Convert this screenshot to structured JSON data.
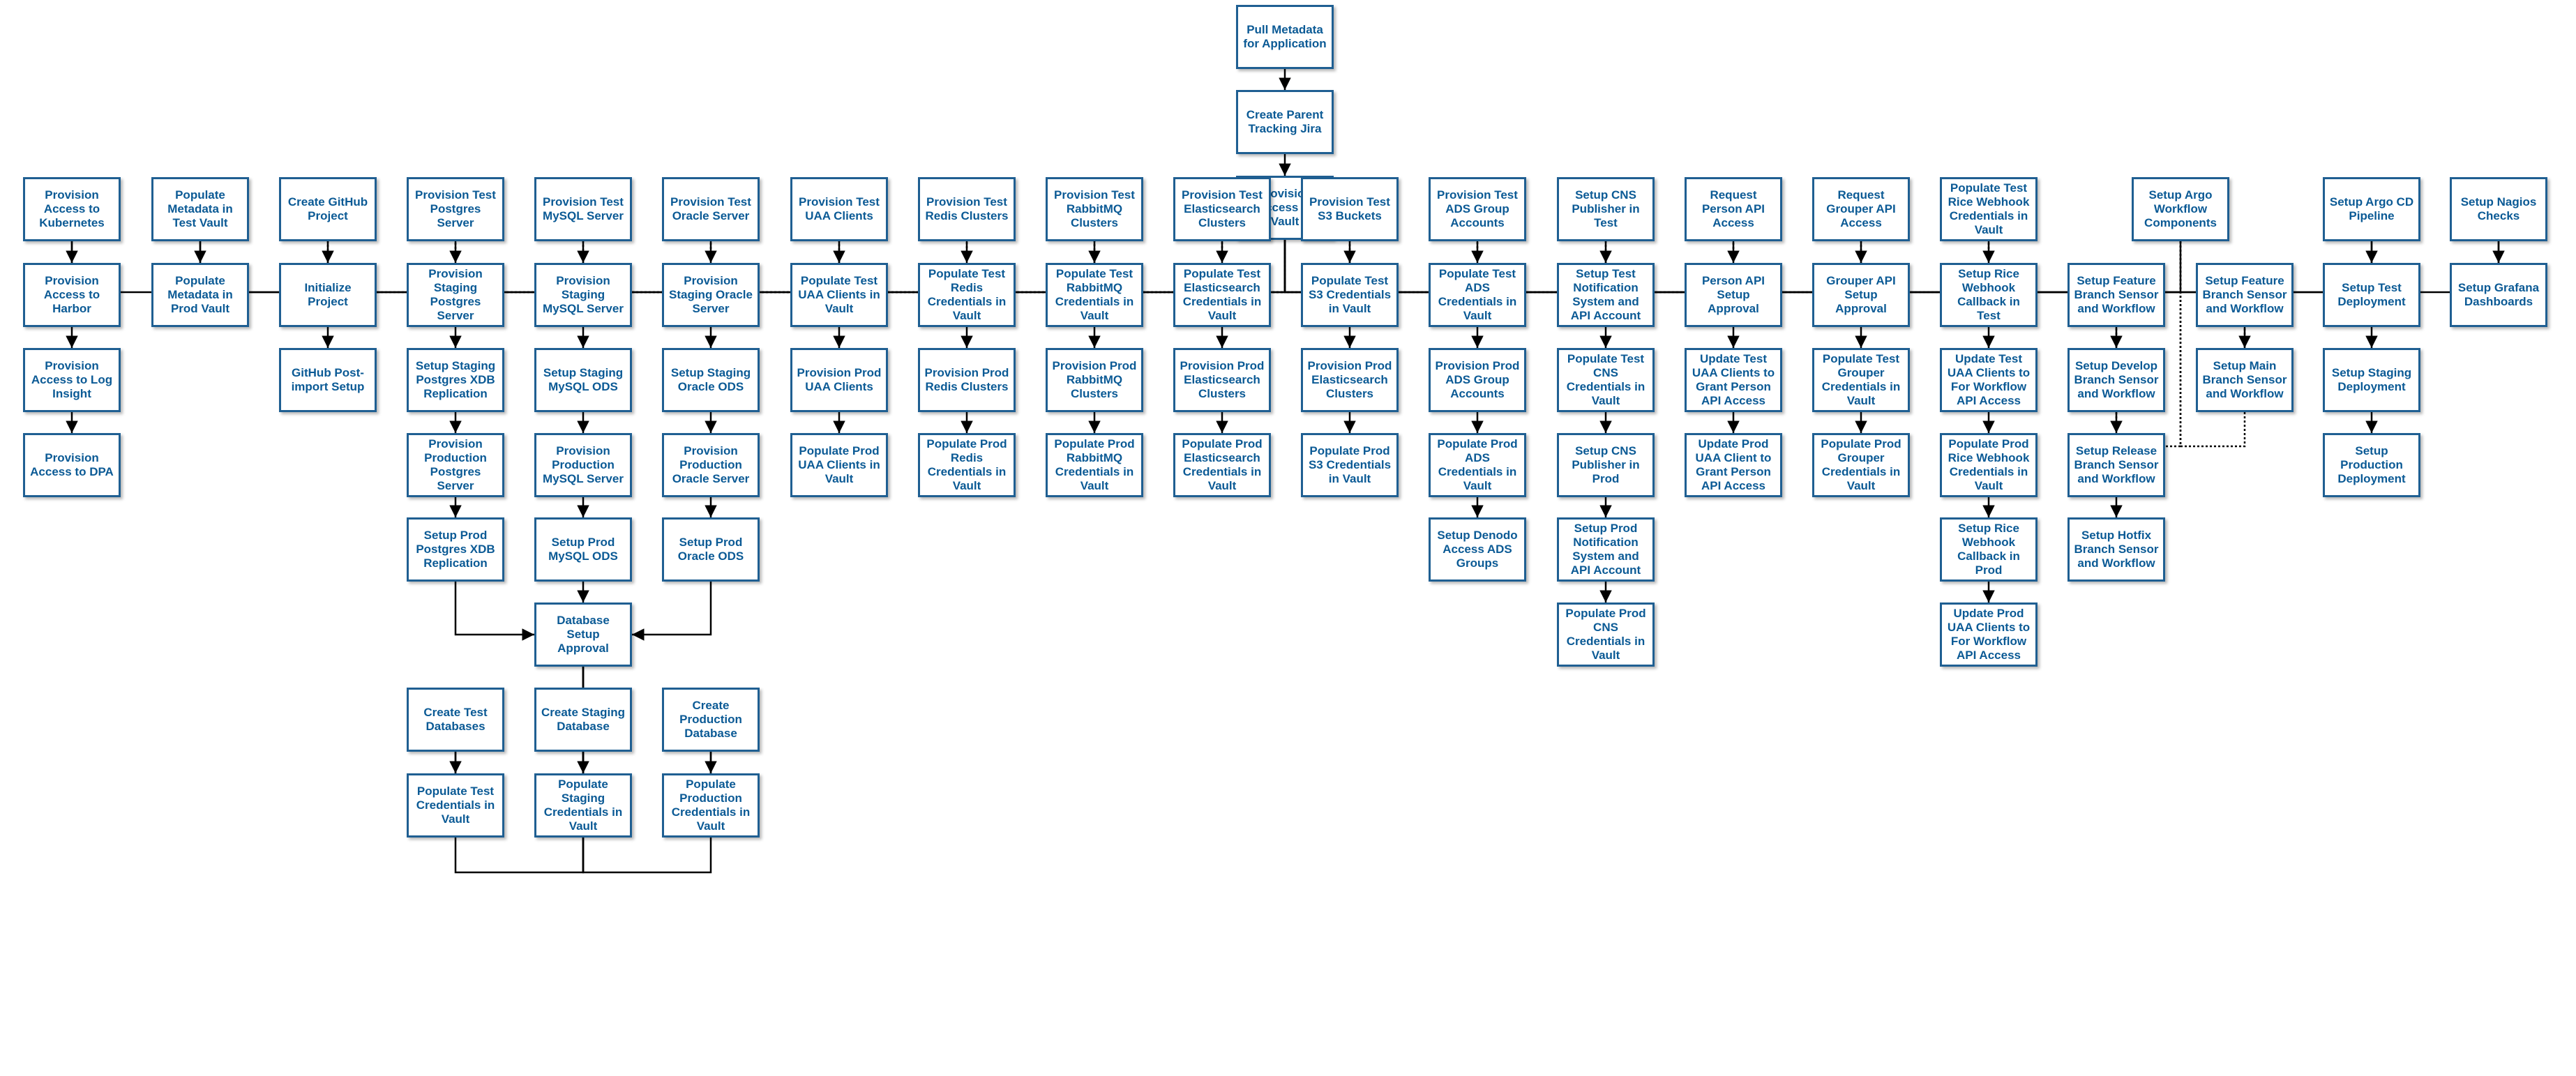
{
  "diagram": {
    "nodes": [
      {
        "id": "pull",
        "label": "Pull Metadata for Application"
      },
      {
        "id": "jira",
        "label": "Create Parent Tracking Jira"
      },
      {
        "id": "vault",
        "label": "Provision Access to Vault"
      },
      {
        "id": "k8s",
        "label": "Provision Access to Kubernetes"
      },
      {
        "id": "harbor",
        "label": "Provision Access to Harbor"
      },
      {
        "id": "loginsight",
        "label": "Provision Access to Log Insight"
      },
      {
        "id": "dpa",
        "label": "Provision Access to DPA"
      },
      {
        "id": "popmeta_test",
        "label": "Populate Metadata in Test Vault"
      },
      {
        "id": "popmeta_prod",
        "label": "Populate Metadata in Prod Vault"
      },
      {
        "id": "gh_create",
        "label": "Create GitHub Project"
      },
      {
        "id": "gh_init",
        "label": "Initialize Project"
      },
      {
        "id": "gh_post",
        "label": "GitHub Post-import Setup"
      },
      {
        "id": "pg_test",
        "label": "Provision Test Postgres Server"
      },
      {
        "id": "pg_staging",
        "label": "Provision Staging Postgres Server"
      },
      {
        "id": "pg_xdb_staging",
        "label": "Setup Staging Postgres XDB Replication"
      },
      {
        "id": "pg_prod",
        "label": "Provision Production Postgres Server"
      },
      {
        "id": "pg_xdb_prod",
        "label": "Setup Prod Postgres XDB Replication"
      },
      {
        "id": "my_test",
        "label": "Provision Test MySQL Server"
      },
      {
        "id": "my_staging",
        "label": "Provision Staging MySQL Server"
      },
      {
        "id": "my_ods_staging",
        "label": "Setup Staging MySQL ODS"
      },
      {
        "id": "my_prod",
        "label": "Provision Production MySQL Server"
      },
      {
        "id": "my_ods_prod",
        "label": "Setup Prod MySQL ODS"
      },
      {
        "id": "or_test",
        "label": "Provision Test Oracle Server"
      },
      {
        "id": "or_staging",
        "label": "Provision Staging Oracle Server"
      },
      {
        "id": "or_ods_staging",
        "label": "Setup Staging Oracle ODS"
      },
      {
        "id": "or_prod",
        "label": "Provision Production Oracle Server"
      },
      {
        "id": "or_ods_prod",
        "label": "Setup Prod Oracle ODS"
      },
      {
        "id": "db_approval",
        "label": "Database Setup Approval"
      },
      {
        "id": "db_test",
        "label": "Create Test Databases"
      },
      {
        "id": "db_test_cred",
        "label": "Populate Test Credentials in Vault"
      },
      {
        "id": "db_staging",
        "label": "Create Staging Database"
      },
      {
        "id": "db_staging_cred",
        "label": "Populate Staging Credentials in Vault"
      },
      {
        "id": "db_prod",
        "label": "Create Production Database"
      },
      {
        "id": "db_prod_cred",
        "label": "Populate Production Credentials in Vault"
      },
      {
        "id": "uaa_test",
        "label": "Provision Test UAA Clients"
      },
      {
        "id": "uaa_test_pop",
        "label": "Populate Test UAA Clients in Vault"
      },
      {
        "id": "uaa_prod",
        "label": "Provision Prod UAA Clients"
      },
      {
        "id": "uaa_prod_pop",
        "label": "Populate Prod UAA Clients in Vault"
      },
      {
        "id": "redis_test",
        "label": "Provision Test Redis Clusters"
      },
      {
        "id": "redis_test_pop",
        "label": "Populate Test Redis Credentials in Vault"
      },
      {
        "id": "redis_prod",
        "label": "Provision Prod Redis Clusters"
      },
      {
        "id": "redis_prod_pop",
        "label": "Populate Prod Redis Credentials in Vault"
      },
      {
        "id": "rmq_test",
        "label": "Provision Test RabbitMQ Clusters"
      },
      {
        "id": "rmq_test_pop",
        "label": "Populate Test RabbitMQ Credentials in Vault"
      },
      {
        "id": "rmq_prod",
        "label": "Provision Prod RabbitMQ Clusters"
      },
      {
        "id": "rmq_prod_pop",
        "label": "Populate Prod RabbitMQ Credentials in Vault"
      },
      {
        "id": "es_test",
        "label": "Provision Test Elasticsearch Clusters"
      },
      {
        "id": "es_test_pop",
        "label": "Populate Test Elasticsearch Credentials in Vault"
      },
      {
        "id": "es_prod",
        "label": "Provision Prod Elasticsearch Clusters"
      },
      {
        "id": "es_prod_pop",
        "label": "Populate Prod Elasticsearch Credentials in Vault"
      },
      {
        "id": "s3_test",
        "label": "Provision Test S3 Buckets"
      },
      {
        "id": "s3_test_pop",
        "label": "Populate Test S3 Credentials in Vault"
      },
      {
        "id": "s3_prod",
        "label": "Provision Prod Elasticsearch Clusters"
      },
      {
        "id": "s3_prod_pop",
        "label": "Populate Prod S3 Credentials in Vault"
      },
      {
        "id": "ads_test",
        "label": "Provision Test ADS Group Accounts"
      },
      {
        "id": "ads_test_pop",
        "label": "Populate Test ADS Credentials in Vault"
      },
      {
        "id": "ads_prod",
        "label": "Provision Prod ADS Group Accounts"
      },
      {
        "id": "ads_prod_pop",
        "label": "Populate Prod ADS Credentials in Vault"
      },
      {
        "id": "ads_denodo",
        "label": "Setup Denodo Access ADS Groups"
      },
      {
        "id": "cns_test",
        "label": "Setup CNS Publisher in Test"
      },
      {
        "id": "cns_test_notif",
        "label": "Setup Test Notification System and API Account"
      },
      {
        "id": "cns_test_pop",
        "label": "Populate Test CNS Credentials in Vault"
      },
      {
        "id": "cns_prod",
        "label": "Setup CNS Publisher in Prod"
      },
      {
        "id": "cns_prod_notif",
        "label": "Setup Prod Notification System and API Account"
      },
      {
        "id": "cns_prod_pop",
        "label": "Populate Prod CNS Credentials in Vault"
      },
      {
        "id": "person_req",
        "label": "Request Person API Access"
      },
      {
        "id": "person_appr",
        "label": "Person API Setup Approval"
      },
      {
        "id": "person_test",
        "label": "Update Test UAA Clients to Grant Person API Access"
      },
      {
        "id": "person_prod",
        "label": "Update Prod UAA Client to Grant Person API Access"
      },
      {
        "id": "grouper_req",
        "label": "Request Grouper API Access"
      },
      {
        "id": "grouper_appr",
        "label": "Grouper API Setup Approval"
      },
      {
        "id": "grouper_test",
        "label": "Populate Test Grouper Credentials in Vault"
      },
      {
        "id": "grouper_prod",
        "label": "Populate Prod Grouper Credentials in Vault"
      },
      {
        "id": "rice_test_pop",
        "label": "Populate Test Rice Webhook Credentials in Vault"
      },
      {
        "id": "rice_test_cb",
        "label": "Setup Rice Webhook Callback in Test"
      },
      {
        "id": "rice_test_uaa",
        "label": "Update Test UAA Clients to For Workflow API Access"
      },
      {
        "id": "rice_prod_pop",
        "label": "Populate Prod Rice Webhook Credentials in Vault"
      },
      {
        "id": "rice_prod_cb",
        "label": "Setup Rice Webhook Callback in Prod"
      },
      {
        "id": "rice_prod_uaa",
        "label": "Update Prod UAA Clients to For Workflow API Access"
      },
      {
        "id": "argo_wf",
        "label": "Setup Argo Workflow Components"
      },
      {
        "id": "wf_feature_a",
        "label": "Setup Feature Branch Sensor and Workflow"
      },
      {
        "id": "wf_develop",
        "label": "Setup Develop Branch Sensor and Workflow"
      },
      {
        "id": "wf_release",
        "label": "Setup Release Branch Sensor and Workflow"
      },
      {
        "id": "wf_hotfix",
        "label": "Setup Hotfix Branch Sensor and Workflow"
      },
      {
        "id": "wf_feature_b",
        "label": "Setup Feature Branch Sensor and Workflow"
      },
      {
        "id": "wf_main",
        "label": "Setup Main Branch Sensor and Workflow"
      },
      {
        "id": "argo_cd",
        "label": "Setup Argo CD Pipeline"
      },
      {
        "id": "cd_test",
        "label": "Setup Test Deployment"
      },
      {
        "id": "cd_staging",
        "label": "Setup Staging Deployment"
      },
      {
        "id": "cd_prod",
        "label": "Setup Production Deployment"
      },
      {
        "id": "nagios",
        "label": "Setup Nagios Checks"
      },
      {
        "id": "grafana",
        "label": "Setup Grafana Dashboards"
      }
    ],
    "edges": [
      {
        "from": "pull",
        "to": "jira",
        "style": "solid"
      },
      {
        "from": "jira",
        "to": "vault",
        "style": "solid"
      },
      {
        "from": "vault",
        "to": "k8s",
        "style": "solid"
      },
      {
        "from": "vault",
        "to": "popmeta_test",
        "style": "solid"
      },
      {
        "from": "vault",
        "to": "gh_create",
        "style": "dotted"
      },
      {
        "from": "vault",
        "to": "pg_test",
        "style": "dotted"
      },
      {
        "from": "vault",
        "to": "my_test",
        "style": "dotted"
      },
      {
        "from": "vault",
        "to": "or_test",
        "style": "dotted"
      },
      {
        "from": "vault",
        "to": "uaa_test",
        "style": "dotted"
      },
      {
        "from": "vault",
        "to": "redis_test",
        "style": "dotted"
      },
      {
        "from": "vault",
        "to": "rmq_test",
        "style": "dotted"
      },
      {
        "from": "vault",
        "to": "es_test",
        "style": "dotted"
      },
      {
        "from": "vault",
        "to": "s3_test",
        "style": "dotted"
      },
      {
        "from": "vault",
        "to": "ads_test",
        "style": "dotted"
      },
      {
        "from": "vault",
        "to": "cns_test",
        "style": "dotted"
      },
      {
        "from": "vault",
        "to": "person_req",
        "style": "dotted"
      },
      {
        "from": "vault",
        "to": "grouper_req",
        "style": "dotted"
      },
      {
        "from": "vault",
        "to": "rice_test_pop",
        "style": "dotted"
      },
      {
        "from": "vault",
        "to": "argo_wf",
        "style": "solid"
      },
      {
        "from": "vault",
        "to": "argo_cd",
        "style": "solid"
      },
      {
        "from": "vault",
        "to": "nagios",
        "style": "solid"
      },
      {
        "from": "k8s",
        "to": "harbor",
        "style": "solid"
      },
      {
        "from": "harbor",
        "to": "loginsight",
        "style": "solid"
      },
      {
        "from": "loginsight",
        "to": "dpa",
        "style": "solid"
      },
      {
        "from": "popmeta_test",
        "to": "popmeta_prod",
        "style": "solid"
      },
      {
        "from": "gh_create",
        "to": "gh_init",
        "style": "solid"
      },
      {
        "from": "gh_init",
        "to": "gh_post",
        "style": "solid"
      },
      {
        "from": "pg_test",
        "to": "pg_staging",
        "style": "solid"
      },
      {
        "from": "pg_staging",
        "to": "pg_xdb_staging",
        "style": "solid"
      },
      {
        "from": "pg_xdb_staging",
        "to": "pg_prod",
        "style": "solid"
      },
      {
        "from": "pg_prod",
        "to": "pg_xdb_prod",
        "style": "solid"
      },
      {
        "from": "my_test",
        "to": "my_staging",
        "style": "solid"
      },
      {
        "from": "my_staging",
        "to": "my_ods_staging",
        "style": "solid"
      },
      {
        "from": "my_ods_staging",
        "to": "my_prod",
        "style": "solid"
      },
      {
        "from": "my_prod",
        "to": "my_ods_prod",
        "style": "solid"
      },
      {
        "from": "or_test",
        "to": "or_staging",
        "style": "solid"
      },
      {
        "from": "or_staging",
        "to": "or_ods_staging",
        "style": "solid"
      },
      {
        "from": "or_ods_staging",
        "to": "or_prod",
        "style": "solid"
      },
      {
        "from": "or_prod",
        "to": "or_ods_prod",
        "style": "solid"
      },
      {
        "from": "pg_xdb_prod",
        "to": "db_approval",
        "style": "solid"
      },
      {
        "from": "my_ods_prod",
        "to": "db_approval",
        "style": "solid"
      },
      {
        "from": "or_ods_prod",
        "to": "db_approval",
        "style": "solid"
      },
      {
        "from": "db_approval",
        "to": "db_test",
        "style": "solid"
      },
      {
        "from": "db_approval",
        "to": "db_staging",
        "style": "solid"
      },
      {
        "from": "db_approval",
        "to": "db_prod",
        "style": "solid"
      },
      {
        "from": "db_test",
        "to": "db_test_cred",
        "style": "solid"
      },
      {
        "from": "db_staging",
        "to": "db_staging_cred",
        "style": "solid"
      },
      {
        "from": "db_prod",
        "to": "db_prod_cred",
        "style": "solid"
      },
      {
        "from": "uaa_test",
        "to": "uaa_test_pop",
        "style": "solid"
      },
      {
        "from": "uaa_test_pop",
        "to": "uaa_prod",
        "style": "solid"
      },
      {
        "from": "uaa_prod",
        "to": "uaa_prod_pop",
        "style": "solid"
      },
      {
        "from": "redis_test",
        "to": "redis_test_pop",
        "style": "solid"
      },
      {
        "from": "redis_test_pop",
        "to": "redis_prod",
        "style": "solid"
      },
      {
        "from": "redis_prod",
        "to": "redis_prod_pop",
        "style": "solid"
      },
      {
        "from": "rmq_test",
        "to": "rmq_test_pop",
        "style": "solid"
      },
      {
        "from": "rmq_test_pop",
        "to": "rmq_prod",
        "style": "solid"
      },
      {
        "from": "rmq_prod",
        "to": "rmq_prod_pop",
        "style": "solid"
      },
      {
        "from": "es_test",
        "to": "es_test_pop",
        "style": "solid"
      },
      {
        "from": "es_test_pop",
        "to": "es_prod",
        "style": "solid"
      },
      {
        "from": "es_prod",
        "to": "es_prod_pop",
        "style": "solid"
      },
      {
        "from": "s3_test",
        "to": "s3_test_pop",
        "style": "solid"
      },
      {
        "from": "s3_test_pop",
        "to": "s3_prod",
        "style": "solid"
      },
      {
        "from": "s3_prod",
        "to": "s3_prod_pop",
        "style": "solid"
      },
      {
        "from": "ads_test",
        "to": "ads_test_pop",
        "style": "solid"
      },
      {
        "from": "ads_test_pop",
        "to": "ads_prod",
        "style": "solid"
      },
      {
        "from": "ads_prod",
        "to": "ads_prod_pop",
        "style": "solid"
      },
      {
        "from": "ads_prod_pop",
        "to": "ads_denodo",
        "style": "solid"
      },
      {
        "from": "cns_test",
        "to": "cns_test_notif",
        "style": "solid"
      },
      {
        "from": "cns_test_notif",
        "to": "cns_test_pop",
        "style": "solid"
      },
      {
        "from": "cns_test_pop",
        "to": "cns_prod",
        "style": "solid"
      },
      {
        "from": "cns_prod",
        "to": "cns_prod_notif",
        "style": "solid"
      },
      {
        "from": "cns_prod_notif",
        "to": "cns_prod_pop",
        "style": "solid"
      },
      {
        "from": "person_req",
        "to": "person_appr",
        "style": "solid"
      },
      {
        "from": "person_appr",
        "to": "person_test",
        "style": "solid"
      },
      {
        "from": "person_test",
        "to": "person_prod",
        "style": "solid"
      },
      {
        "from": "grouper_req",
        "to": "grouper_appr",
        "style": "solid"
      },
      {
        "from": "grouper_appr",
        "to": "grouper_test",
        "style": "solid"
      },
      {
        "from": "grouper_test",
        "to": "grouper_prod",
        "style": "solid"
      },
      {
        "from": "rice_test_pop",
        "to": "rice_test_cb",
        "style": "solid"
      },
      {
        "from": "rice_test_cb",
        "to": "rice_test_uaa",
        "style": "solid"
      },
      {
        "from": "rice_test_uaa",
        "to": "rice_prod_pop",
        "style": "solid"
      },
      {
        "from": "rice_prod_pop",
        "to": "rice_prod_cb",
        "style": "solid"
      },
      {
        "from": "rice_prod_cb",
        "to": "rice_prod_uaa",
        "style": "solid"
      },
      {
        "from": "argo_wf",
        "to": "wf_feature_a",
        "style": "dotted"
      },
      {
        "from": "argo_wf",
        "to": "wf_feature_b",
        "style": "dotted"
      },
      {
        "from": "wf_feature_a",
        "to": "wf_develop",
        "style": "solid"
      },
      {
        "from": "wf_develop",
        "to": "wf_release",
        "style": "solid"
      },
      {
        "from": "wf_release",
        "to": "wf_hotfix",
        "style": "solid"
      },
      {
        "from": "wf_feature_b",
        "to": "wf_main",
        "style": "solid"
      },
      {
        "from": "argo_cd",
        "to": "cd_test",
        "style": "solid"
      },
      {
        "from": "cd_test",
        "to": "cd_staging",
        "style": "solid"
      },
      {
        "from": "cd_staging",
        "to": "cd_prod",
        "style": "solid"
      },
      {
        "from": "nagios",
        "to": "grafana",
        "style": "solid"
      }
    ]
  }
}
